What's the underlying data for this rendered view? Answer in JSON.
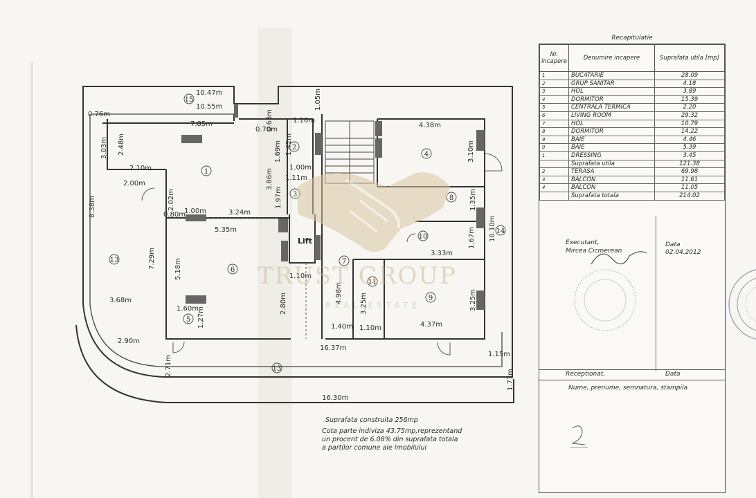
{
  "plan": {
    "dimensions": [
      "10.47m",
      "10.55m",
      "0.76m",
      "7.85m",
      "0.63m",
      "0.70m",
      "1.16m",
      "1.05m",
      "4.38m",
      "3.03m",
      "2.48m",
      "2.10m",
      "2.00m",
      "8.38m",
      "2.02m",
      "3.86m",
      "1.69m",
      "1.42m",
      "1.00m",
      "1.11m",
      "1.97m",
      "3.10m",
      "1.35m",
      "0.80m",
      "1.00m",
      "3.24m",
      "5.35m",
      "7.29m",
      "5.18m",
      "1.67m",
      "10.10m",
      "3.33m",
      "3.68m",
      "1.10m",
      "4.98m",
      "3.25m",
      "3.25m",
      "2.80m",
      "1.60m",
      "1.27m",
      "1.40m",
      "1.10m",
      "4.37m",
      "2.90m",
      "16.37m",
      "1.15m",
      "2.71m",
      "1.73m",
      "16.30m"
    ],
    "room_markers": [
      "15",
      "1",
      "2",
      "3",
      "4",
      "13",
      "6",
      "7",
      "8",
      "9",
      "10",
      "11",
      "5",
      "13",
      "14"
    ],
    "lift_label": "Lift",
    "built_area": "Suprafata construita 256mp",
    "share_note": [
      "Cota parte indiviza 43.75mp,reprezentand",
      "un procent de 6.08% din suprafata totala",
      "a partilor comune ale imobilului"
    ]
  },
  "watermark": {
    "name": "TRUST GROUP",
    "sub": "REAL ESTATE"
  },
  "recap": {
    "title": "Recapitulatie",
    "headers": [
      "Nr. incapere",
      "Denumire incapere",
      "Suprafata utila [mp]"
    ],
    "rows": [
      {
        "nr": "1",
        "name": "BUCATARIE",
        "area": "28.09"
      },
      {
        "nr": "2",
        "name": "GRUP SANITAR",
        "area": "4.18"
      },
      {
        "nr": "3",
        "name": "HOL",
        "area": "3.89"
      },
      {
        "nr": "4",
        "name": "DORMITOR",
        "area": "15.39"
      },
      {
        "nr": "5",
        "name": "CENTRALA TERMICA",
        "area": "2.20"
      },
      {
        "nr": "6",
        "name": "LIVING ROOM",
        "area": "29.32"
      },
      {
        "nr": "7",
        "name": "HOL",
        "area": "10.79"
      },
      {
        "nr": "8",
        "name": "DORMITOR",
        "area": "14.22"
      },
      {
        "nr": "9",
        "name": "BAIE",
        "area": "4.46"
      },
      {
        "nr": "0",
        "name": "BAIE",
        "area": "5.39"
      },
      {
        "nr": "1",
        "name": "DRESSING",
        "area": "3.45"
      },
      {
        "nr": "",
        "name": "Suprafata utila",
        "area": "121.38"
      },
      {
        "nr": "2",
        "name": "TERASA",
        "area": "69.98"
      },
      {
        "nr": "3",
        "name": "BALCON",
        "area": "11.61"
      },
      {
        "nr": "4",
        "name": "BALCON",
        "area": "11.05"
      },
      {
        "nr": "",
        "name": "Suprafata totala",
        "area": "214.02"
      }
    ],
    "executant_label": "Executant,",
    "executant_name": "Mircea Cicmerean",
    "date_label": "Data",
    "date_value": "02.04.2012",
    "receptionat_label": "Receptionat,",
    "receptionat_date_label": "Data",
    "signature_hint": "Nume, prenume, semnatura, stampila"
  }
}
